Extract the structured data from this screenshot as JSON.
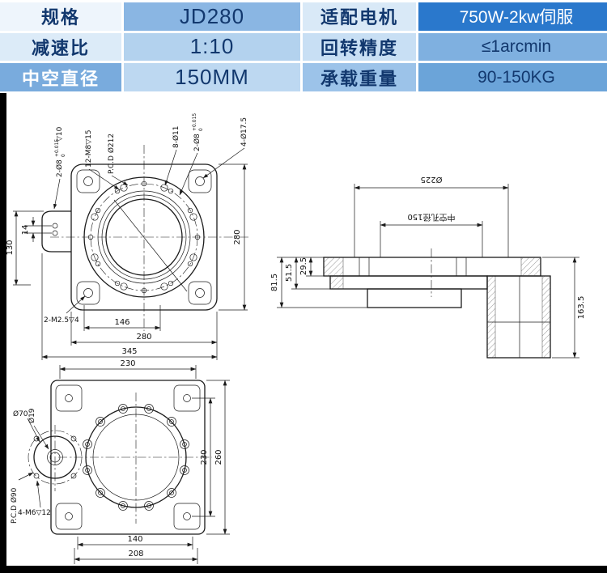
{
  "colors": {
    "table_text_dark": "#12386e",
    "table_text_light": "#ffffff",
    "table_blue_dark": "#2a78cc",
    "frame_black": "#000000",
    "drawing_line": "#1b1b1b"
  },
  "spec_table": {
    "rows": [
      {
        "cells": [
          {
            "text": "规格",
            "bg": "#eef5fc",
            "fg": "#12386e"
          },
          {
            "text": "JD280",
            "bg": "#8ab6e3",
            "fg": "#12386e"
          },
          {
            "text": "适配电机",
            "bg": "#d9e9f7",
            "fg": "#12386e"
          },
          {
            "text": "750W-2kw伺服",
            "bg": "#2a78cc",
            "fg": "#ffffff"
          }
        ]
      },
      {
        "cells": [
          {
            "text": "减速比",
            "bg": "#dcebf8",
            "fg": "#12386e"
          },
          {
            "text": "1:10",
            "bg": "#b3d2ee",
            "fg": "#12386e"
          },
          {
            "text": "回转精度",
            "bg": "#c8dff4",
            "fg": "#12386e"
          },
          {
            "text": "≤1arcmin",
            "bg": "#7fb0e0",
            "fg": "#12386e"
          }
        ]
      },
      {
        "cells": [
          {
            "text": "中空直径",
            "bg": "#79abdd",
            "fg": "#ffffff"
          },
          {
            "text": "150MM",
            "bg": "#bdd8f1",
            "fg": "#12386e"
          },
          {
            "text": "承载重量",
            "bg": "#9cc3e9",
            "fg": "#12386e"
          },
          {
            "text": "90-150KG",
            "bg": "#6ba4d9",
            "fg": "#12386e"
          }
        ]
      }
    ]
  },
  "front_view": {
    "callout_pin_left": {
      "base": "2-Ø8",
      "tol_upper": "+0.015",
      "tol_lower": "0",
      "depth": "▽10"
    },
    "callout_m8": "12-M8▽15",
    "callout_pcd": "P.C.D Ø212",
    "callout_holes": "8-Ø11",
    "callout_pin_right": {
      "base": "2-Ø8",
      "tol_upper": "+0.015",
      "tol_lower": "0"
    },
    "callout_corner": "4-Ø17.5",
    "callout_m25": "2-M2.5▽4",
    "dim_width_inner": "146",
    "dim_width": "280",
    "dim_width_total": "345",
    "dim_height": "280",
    "dim_tab": "130",
    "dim_pin_gap": "14"
  },
  "side_view": {
    "dim_flange_od": "Ø225",
    "dim_bore": "中空孔径150",
    "dim_h1": "81.5",
    "dim_h2": "51.5",
    "dim_h3": "29.5",
    "dim_total_height": "163.5"
  },
  "bottom_view": {
    "dim_top": "230",
    "dim_right_inner": "230",
    "dim_right_outer": "260",
    "dim_bottom_inner": "140",
    "dim_bottom": "208",
    "callout_d19": "Ø19",
    "callout_d70": "Ø70",
    "callout_pcd90": "P.C.D Ø90",
    "callout_m6": "4-M6▽12"
  }
}
